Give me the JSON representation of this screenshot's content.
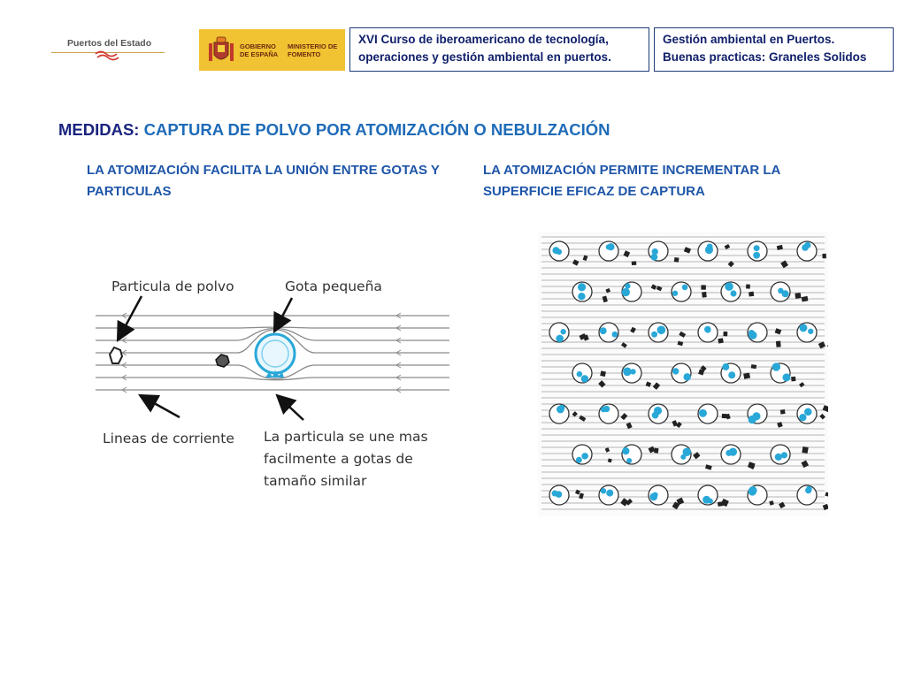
{
  "header": {
    "logo_puertos": "Puertos del Estado",
    "logo_gobierno_line1": "GOBIERNO DE ESPAÑA",
    "logo_gobierno_line2": "MINISTERIO DE FOMENTO",
    "course_box": [
      "XVI Curso de iberoamericano de tecnología,",
      "operaciones y gestión ambiental en puertos."
    ],
    "topic_box": [
      "Gestión ambiental en Puertos.",
      "Buenas practicas: Graneles Solidos"
    ]
  },
  "title": {
    "lead": "MEDIDAS:",
    "rest": "CAPTURA DE POLVO POR ATOMIZACIÓN O NEBULZACIÓN"
  },
  "subtitles": {
    "left": "LA ATOMIZACIÓN FACILITA LA UNIÓN ENTRE GOTAS Y PARTICULAS",
    "right": "LA ATOMIZACIÓN PERMITE INCREMENTAR LA SUPERFICIE EFICAZ DE CAPTURA"
  },
  "diagram_left": {
    "label_particle": "Particula de polvo",
    "label_drop": "Gota pequeña",
    "label_lines": "Lineas de corriente",
    "label_union": [
      "La particula se une mas",
      "facilmente a gotas de",
      "tamaño similar"
    ]
  },
  "colors": {
    "title_lead": "#1a237e",
    "accent_blue": "#1e6bb8",
    "droplet_cyan": "#29a8d8",
    "gob_yellow": "#f1c232"
  }
}
